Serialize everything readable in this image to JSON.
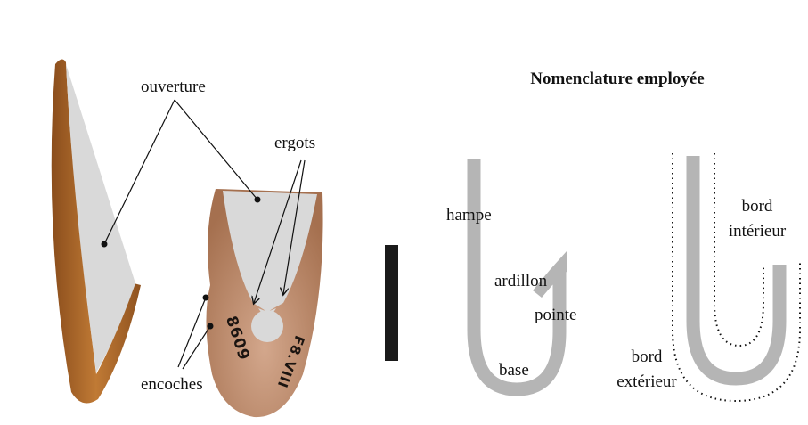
{
  "title": "Nomenclature employée",
  "photo_labels": {
    "opening": "ouverture",
    "spurs": "ergots",
    "notches": "encoches"
  },
  "artifact_markings": [
    "8609",
    "F8.VIII"
  ],
  "hook_labels": {
    "shank": "hampe",
    "barb": "ardillon",
    "point": "pointe",
    "base": "base"
  },
  "edge_labels": {
    "inner_1": "bord",
    "inner_2": "intérieur",
    "outer_1": "bord",
    "outer_2": "extérieur"
  },
  "colors": {
    "diagram_gray": "#b5b5b5",
    "opening_gray": "#d9d9d9",
    "bone_dark": "#a8652a",
    "bone_light": "#c99a7e",
    "scale_bar": "#1a1a1a"
  }
}
